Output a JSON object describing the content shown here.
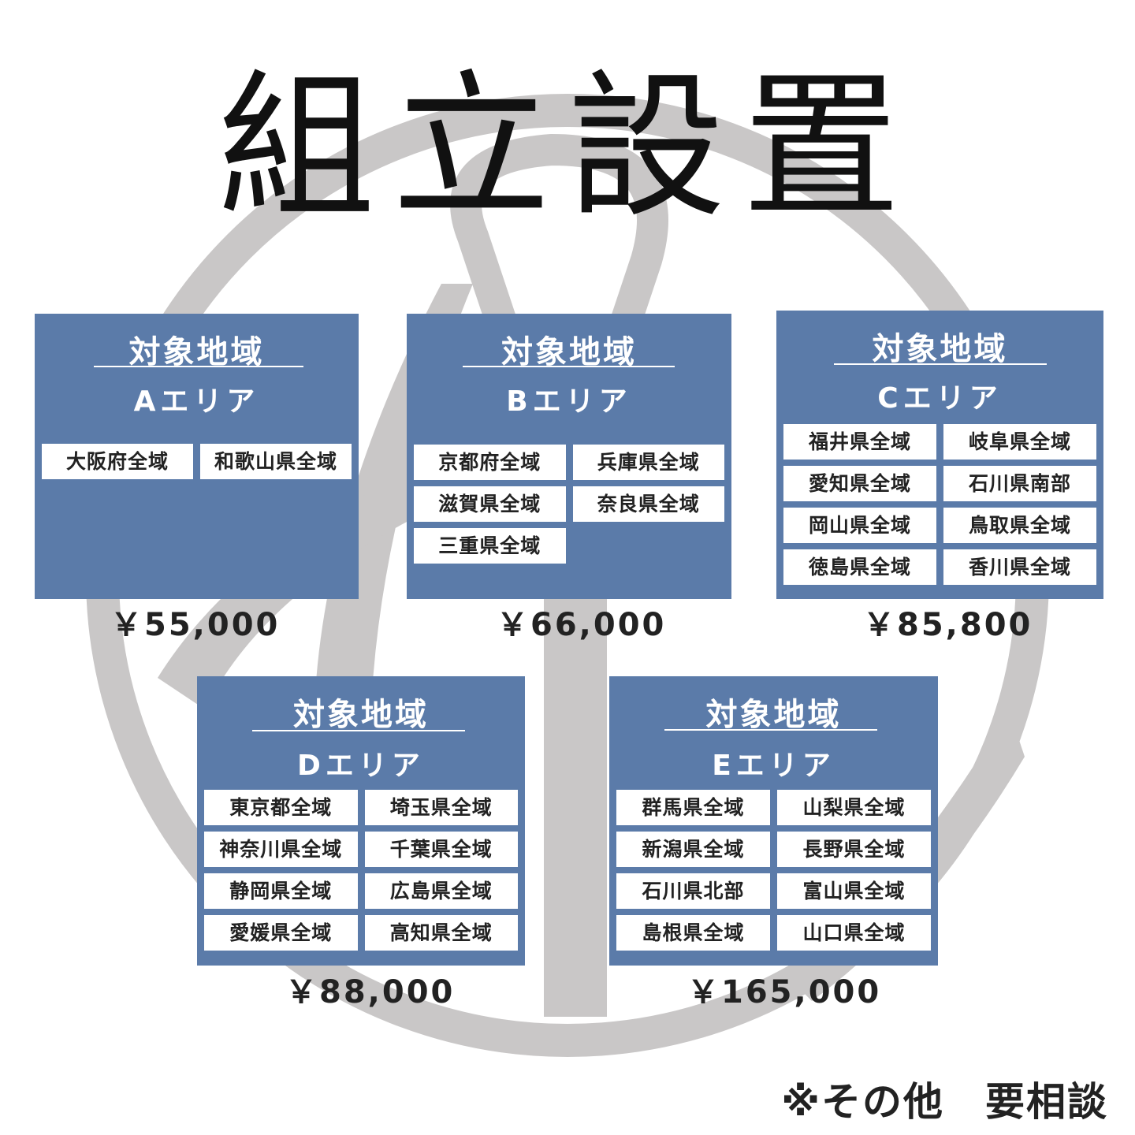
{
  "title": "組立設置",
  "areas": [
    {
      "heading": "対象地域",
      "name": "Aエリア",
      "regions": [
        "大阪府全域",
        "和歌山県全域"
      ],
      "price": "￥55,000"
    },
    {
      "heading": "対象地域",
      "name": "Bエリア",
      "regions": [
        "京都府全域",
        "兵庫県全域",
        "滋賀県全域",
        "奈良県全域",
        "三重県全域"
      ],
      "price": "￥66,000"
    },
    {
      "heading": "対象地域",
      "name": "Cエリア",
      "regions": [
        "福井県全域",
        "岐阜県全域",
        "愛知県全域",
        "石川県南部",
        "岡山県全域",
        "鳥取県全域",
        "徳島県全域",
        "香川県全域"
      ],
      "price": "￥85,800"
    },
    {
      "heading": "対象地域",
      "name": "Dエリア",
      "regions": [
        "東京都全域",
        "埼玉県全域",
        "神奈川県全域",
        "千葉県全域",
        "静岡県全域",
        "広島県全域",
        "愛媛県全域",
        "高知県全域"
      ],
      "price": "￥88,000"
    },
    {
      "heading": "対象地域",
      "name": "Eエリア",
      "regions": [
        "群馬県全域",
        "山梨県全域",
        "新潟県全域",
        "長野県全域",
        "石川県北部",
        "富山県全域",
        "島根県全域",
        "山口県全域"
      ],
      "price": "￥165,000"
    }
  ],
  "note": "※その他　要相談",
  "colors": {
    "box": "#5b7ba9",
    "logo": "#c9c7c7"
  }
}
